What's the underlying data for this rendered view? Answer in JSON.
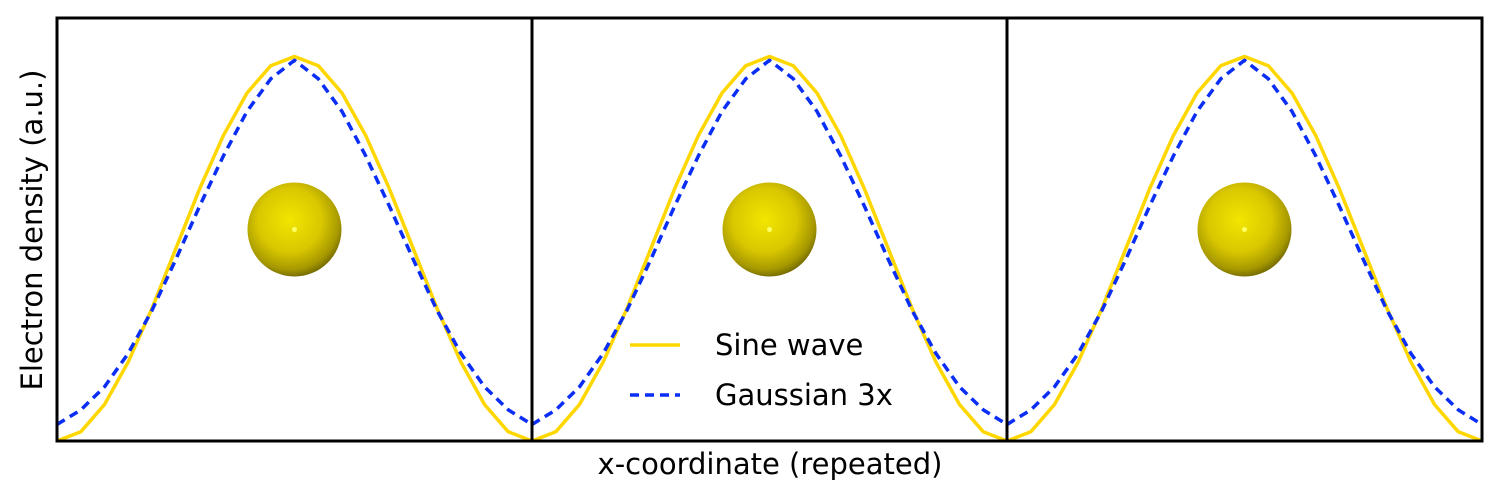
{
  "chart_data": {
    "type": "line",
    "xlabel": "x-coordinate (repeated)",
    "ylabel": "Electron density (a.u.)",
    "ticks": "none",
    "cells": 3,
    "x_per_cell": [
      0,
      1
    ],
    "ylim": [
      0,
      1.1
    ],
    "x": [
      0,
      0.05,
      0.1,
      0.15,
      0.2,
      0.25,
      0.3,
      0.35,
      0.4,
      0.45,
      0.5,
      0.55,
      0.6,
      0.65,
      0.7,
      0.75,
      0.8,
      0.85,
      0.9,
      0.95,
      1.0
    ],
    "series": [
      {
        "name": "Sine wave",
        "color": "#FFD700",
        "style": "solid",
        "values": [
          0.0,
          0.024,
          0.095,
          0.206,
          0.345,
          0.5,
          0.655,
          0.794,
          0.905,
          0.976,
          1.0,
          0.976,
          0.905,
          0.794,
          0.655,
          0.5,
          0.345,
          0.206,
          0.095,
          0.024,
          0.0
        ]
      },
      {
        "name": "Gaussian 3x",
        "color": "#0A2EF5",
        "style": "dashed",
        "values": [
          0.043,
          0.081,
          0.141,
          0.228,
          0.34,
          0.472,
          0.61,
          0.741,
          0.857,
          0.942,
          0.99,
          0.942,
          0.857,
          0.741,
          0.61,
          0.472,
          0.34,
          0.228,
          0.141,
          0.081,
          0.043
        ]
      }
    ],
    "legend": {
      "placement": "lower-center",
      "entries": [
        "Sine wave",
        "Gaussian 3x"
      ]
    },
    "atom_marker": {
      "color": "#E6D200",
      "count": 3,
      "x_per_cell": 0.5,
      "y": 0.55
    }
  }
}
